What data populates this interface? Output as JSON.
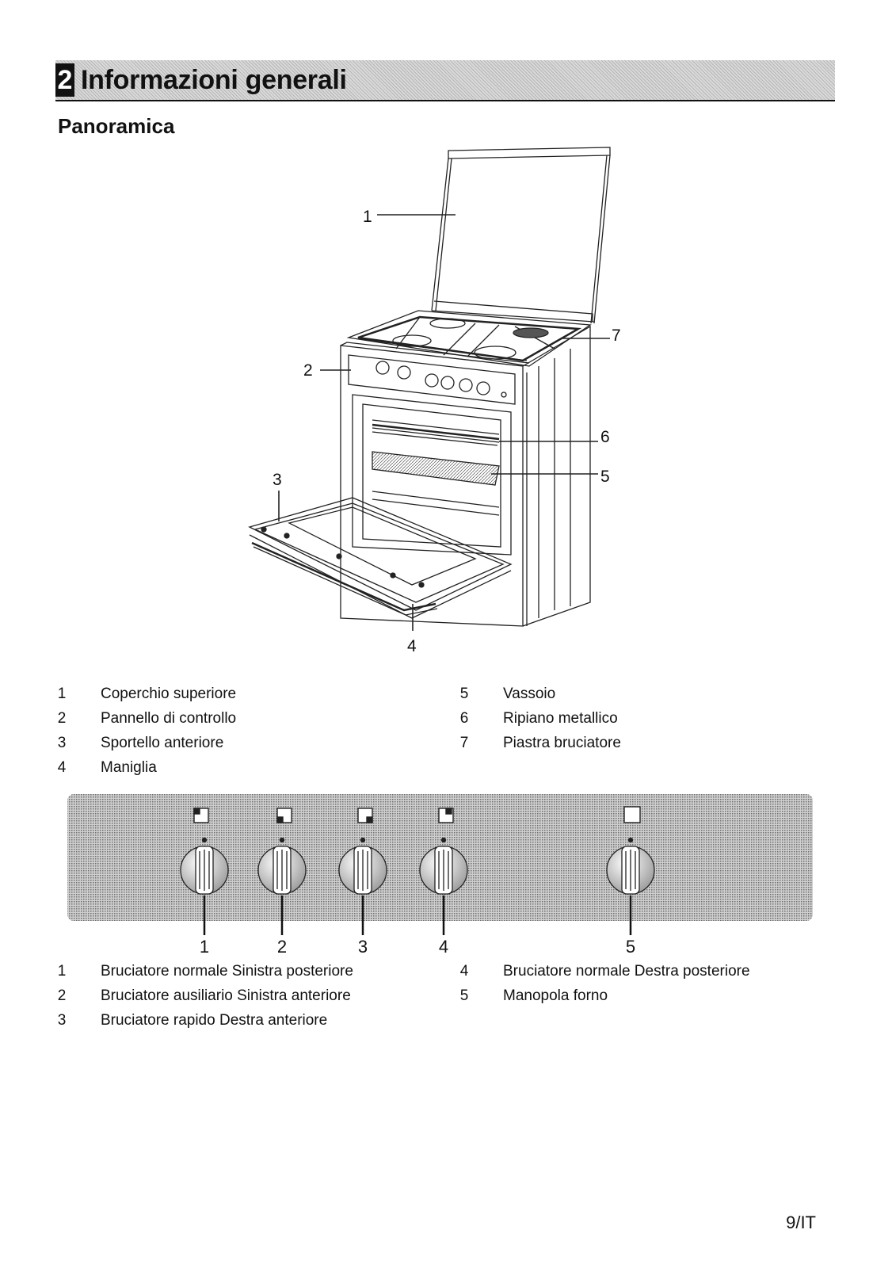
{
  "header": {
    "section_number": "2",
    "section_title": "Informazioni generali"
  },
  "overview": {
    "title": "Panoramica",
    "callouts": [
      "1",
      "2",
      "3",
      "4",
      "5",
      "6",
      "7"
    ],
    "legend_left": [
      {
        "num": "1",
        "label": "Coperchio superiore"
      },
      {
        "num": "2",
        "label": "Pannello di controllo"
      },
      {
        "num": "3",
        "label": "Sportello anteriore"
      },
      {
        "num": "4",
        "label": "Maniglia"
      }
    ],
    "legend_right": [
      {
        "num": "5",
        "label": "Vassoio"
      },
      {
        "num": "6",
        "label": "Ripiano metallico"
      },
      {
        "num": "7",
        "label": "Piastra bruciatore"
      }
    ]
  },
  "control_panel": {
    "knob_labels": [
      "1",
      "2",
      "3",
      "4",
      "5"
    ],
    "legend_left": [
      {
        "num": "1",
        "label": "Bruciatore normale Sinistra posteriore"
      },
      {
        "num": "2",
        "label": "Bruciatore ausiliario Sinistra anteriore"
      },
      {
        "num": "3",
        "label": "Bruciatore rapido Destra anteriore"
      }
    ],
    "legend_right": [
      {
        "num": "4",
        "label": "Bruciatore normale Destra posteriore"
      },
      {
        "num": "5",
        "label": "Manopola forno"
      }
    ]
  },
  "footer": {
    "page_number": "9/IT"
  }
}
